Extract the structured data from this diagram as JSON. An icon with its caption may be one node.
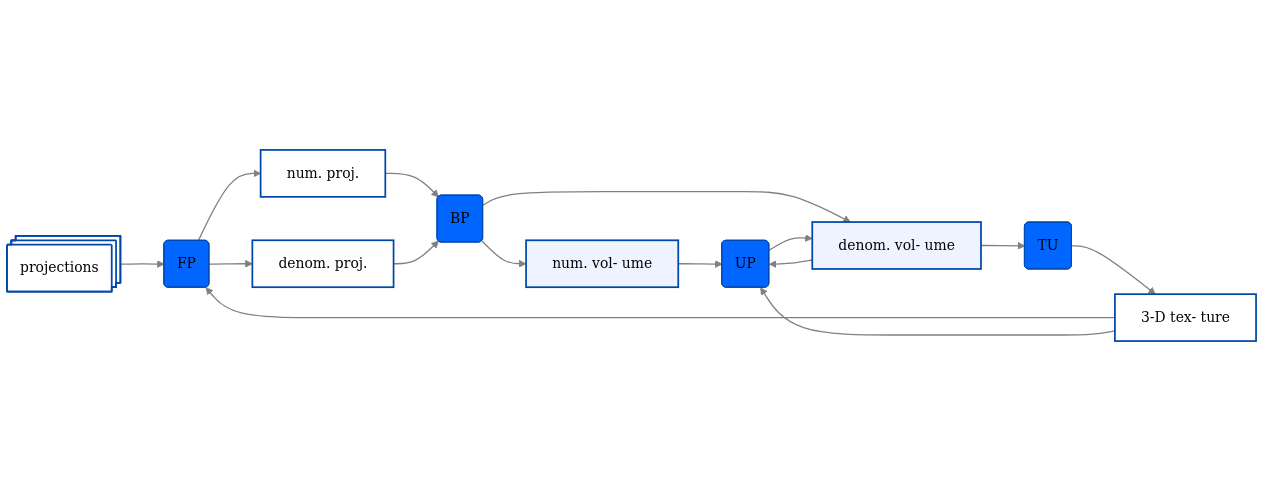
{
  "diagram": {
    "nodes": [
      {
        "text": [
          "projections"
        ]
      },
      {
        "text": [
          "3-D tex- ture"
        ]
      },
      {
        "text": [
          "FP"
        ]
      },
      {
        "text": [
          "num. proj."
        ]
      },
      {
        "text": [
          "denom. proj."
        ]
      },
      {
        "text": [
          "BP"
        ]
      },
      {
        "text": [
          "num. vol- ume"
        ]
      },
      {
        "text": [
          "denom. vol- ume"
        ]
      },
      {
        "text": [
          "UP"
        ]
      },
      {
        "text": [
          "TU"
        ]
      }
    ],
    "edges": [
      {
        "from": 0,
        "to": 2,
        "arrow": "to"
      },
      {
        "from": 1,
        "to": 2,
        "arrow": "to"
      },
      {
        "from": 2,
        "to": 3,
        "arrow": "to"
      },
      {
        "from": 2,
        "to": 4,
        "arrow": "to"
      },
      {
        "from": 3,
        "to": 5,
        "arrow": "to"
      },
      {
        "from": 4,
        "to": 5,
        "arrow": "to"
      },
      {
        "from": 5,
        "to": 6,
        "arrow": "to"
      },
      {
        "from": 5,
        "to": 7,
        "arrow": "to"
      },
      {
        "from": 6,
        "to": 8,
        "arrow": "to"
      },
      {
        "from": 7,
        "to": 8,
        "arrow": "to"
      },
      {
        "from": 8,
        "to": 7,
        "arrow": "to"
      },
      {
        "from": 7,
        "to": 9,
        "arrow": "to"
      },
      {
        "from": 9,
        "to": 1,
        "arrow": "to"
      },
      {
        "from": 1,
        "to": 8,
        "arrow": "to"
      }
    ]
  }
}
